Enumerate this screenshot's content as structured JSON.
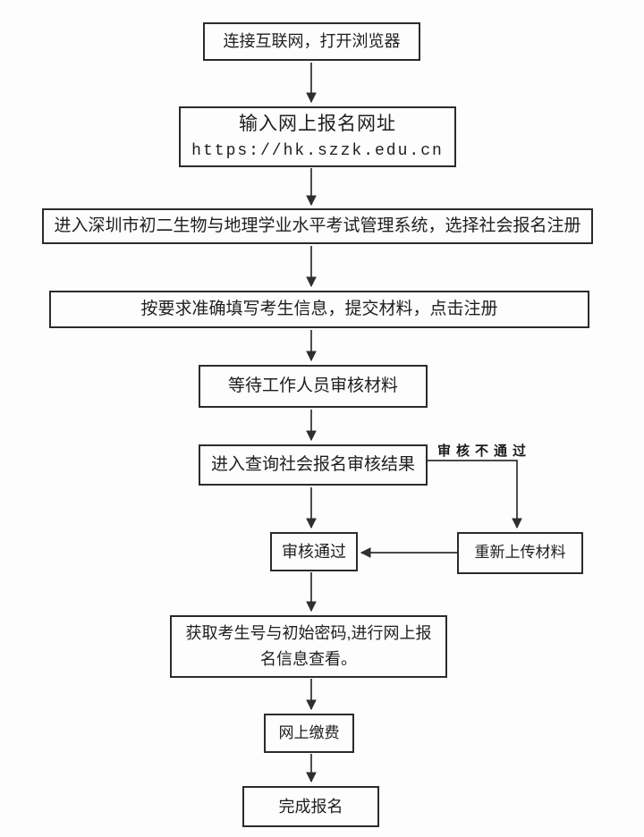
{
  "diagram": {
    "type": "flowchart",
    "background_color": "#fdfdfd",
    "line_color": "#2f2f2f",
    "border_color": "#2b2b2b",
    "nodes": [
      {
        "id": "connect-internet",
        "label": "连接互联网，打开浏览器"
      },
      {
        "id": "enter-url",
        "title": "输入网上报名网址",
        "url": "https://hk.szzk.edu.cn"
      },
      {
        "id": "enter-system",
        "label": "进入深圳市初二生物与地理学业水平考试管理系统，选择社会报名注册"
      },
      {
        "id": "fill-info",
        "label": "按要求准确填写考生信息，提交材料，点击注册"
      },
      {
        "id": "wait-review",
        "label": "等待工作人员审核材料"
      },
      {
        "id": "query-result",
        "label": "进入查询社会报名审核结果"
      },
      {
        "id": "review-pass",
        "label": "审核通过"
      },
      {
        "id": "reupload-materials",
        "label": "重新上传材料"
      },
      {
        "id": "get-exam-id",
        "label": "获取考生号与初始密码,进行网上报名信息查看。"
      },
      {
        "id": "pay-online",
        "label": "网上缴费"
      },
      {
        "id": "complete-registration",
        "label": "完成报名"
      }
    ],
    "edge_labels": [
      {
        "id": "review-fail",
        "label": "审核不通过"
      }
    ]
  }
}
